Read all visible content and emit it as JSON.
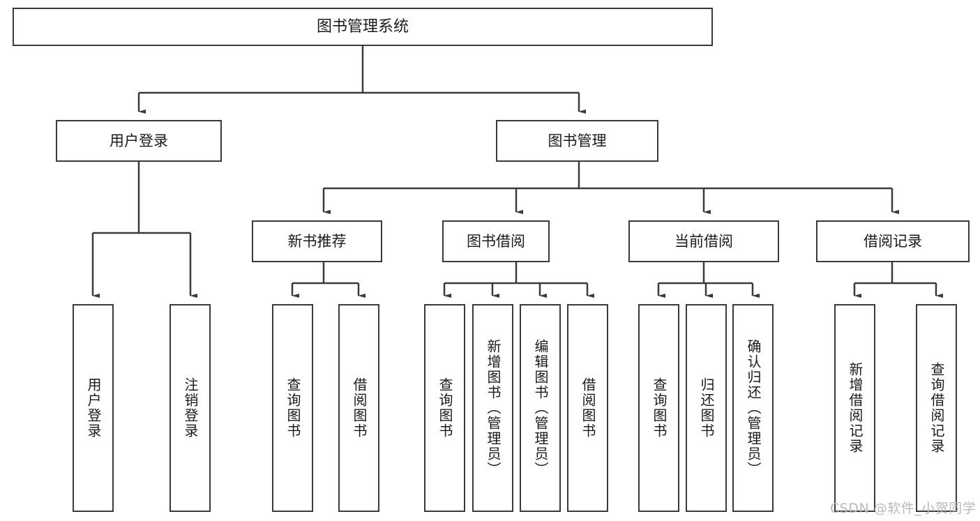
{
  "diagram": {
    "type": "tree",
    "title": "图书管理系统",
    "root": {
      "label": "图书管理系统"
    },
    "level2": [
      {
        "label": "用户登录"
      },
      {
        "label": "图书管理"
      }
    ],
    "level3": [
      {
        "label": "新书推荐"
      },
      {
        "label": "图书借阅"
      },
      {
        "label": "当前借阅"
      },
      {
        "label": "借阅记录"
      }
    ],
    "leaves": [
      {
        "label": "用户登录",
        "parent": "用户登录"
      },
      {
        "label": "注销登录",
        "parent": "用户登录"
      },
      {
        "label": "查询图书",
        "parent": "新书推荐"
      },
      {
        "label": "借阅图书",
        "parent": "新书推荐"
      },
      {
        "label": "查询图书",
        "parent": "图书借阅"
      },
      {
        "label": "新增图书（管理员）",
        "parent": "图书借阅"
      },
      {
        "label": "编辑图书（管理员）",
        "parent": "图书借阅"
      },
      {
        "label": "借阅图书",
        "parent": "图书借阅"
      },
      {
        "label": "查询图书",
        "parent": "当前借阅"
      },
      {
        "label": "归还图书",
        "parent": "当前借阅"
      },
      {
        "label": "确认归还（管理员）",
        "parent": "当前借阅"
      },
      {
        "label": "新增借阅记录",
        "parent": "借阅记录"
      },
      {
        "label": "查询借阅记录",
        "parent": "借阅记录"
      }
    ]
  },
  "watermark": {
    "text": "CSDN @软件_小贺同学"
  },
  "colors": {
    "stroke": "#3a3a3a",
    "box_fill": "#ffffff",
    "text": "#1a1a1a",
    "watermark": "#b9b9b9",
    "background": "#ffffff"
  }
}
